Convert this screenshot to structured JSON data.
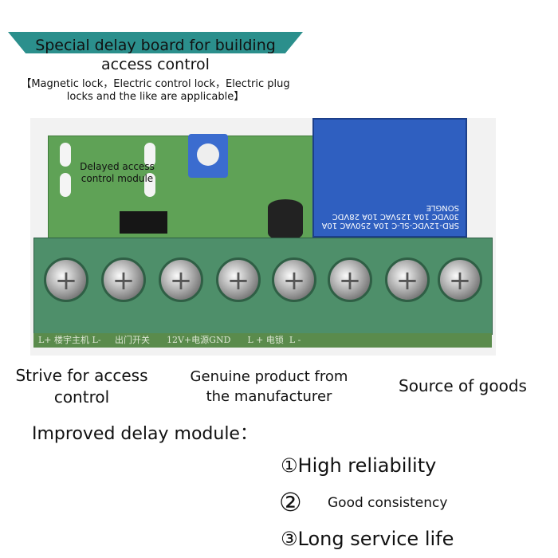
{
  "header": {
    "title_line1": "Special delay board for building",
    "title_line2": "access control",
    "subtitle": "【Magnetic lock，Electric control lock，Electric plug locks and the like are applicable】",
    "banner_color": "#2b8f8c"
  },
  "board": {
    "module_label": "Delayed access control module",
    "relay_text": "SRD-12VDC-SL-C  10A 250VAC 10A 30VDC  10A 125VAC 10A 28VDC  SONGLE",
    "terminal_strip": "L+ 楼宇主机 L-     出门开关      12V+电源GND      L + 电锁  L -"
  },
  "features": {
    "left": "Strive for access control",
    "middle": "Genuine product from the manufacturer",
    "right": "Source of goods"
  },
  "module": {
    "heading": "Improved delay module：",
    "items": [
      "①High reliability",
      "②",
      "Good consistency",
      "③Long service life"
    ]
  }
}
